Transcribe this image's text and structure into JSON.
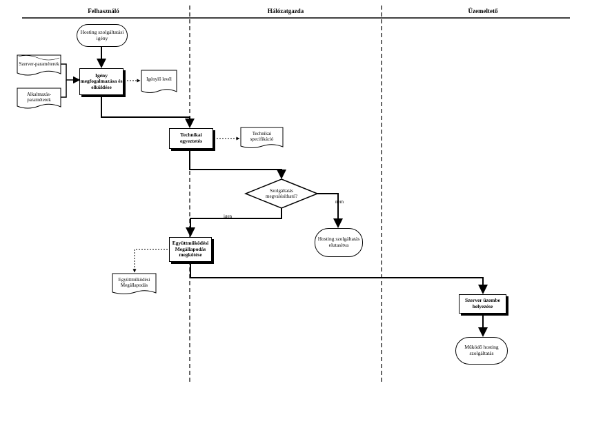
{
  "lanes": {
    "user": "Felhasználó",
    "network": "Hálózatgazda",
    "operator": "Üzemeltető"
  },
  "nodes": {
    "start": "Hosting szolgáltatási igény",
    "request": "Igény megfogalmazása és elküldése",
    "server_params": "Szerver-paraméterek",
    "app_params": "Alkalmazás-paraméterek",
    "request_letter": "Igénylő levél",
    "tech_reconcile": "Technikai egyeztetés",
    "tech_spec": "Technikai specifikáció",
    "decision": "Szolgáltatás megvalósítható?",
    "rejected": "Hosting szolgáltatás elutasítva",
    "agreement": "Együttműködési Megállapodás megkötése",
    "agreement_doc": "Együttműködési Megállapodás",
    "commission": "Szerver üzembe helyezése",
    "end": "Működő hosting szolgáltatás"
  },
  "edges": {
    "yes": "igen",
    "no": "nem"
  }
}
